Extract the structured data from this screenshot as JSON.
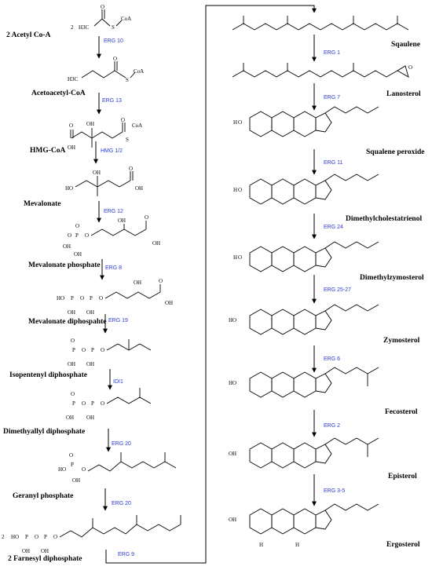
{
  "left_column": [
    {
      "compound": "2 Acetyl Co-A",
      "enzyme": "ERG 10"
    },
    {
      "compound": "Acetoacetyl-CoA",
      "enzyme": "ERG 13"
    },
    {
      "compound": "HMG-CoA",
      "enzyme": "HMG 1/2"
    },
    {
      "compound": "Mevalonate",
      "enzyme": "ERG 12"
    },
    {
      "compound": "Mevalonate phosphate",
      "enzyme": "ERG 8"
    },
    {
      "compound": "Mevalonate diphospahte",
      "enzyme": "ERG 19"
    },
    {
      "compound": "Isopentenyl diphosphate",
      "enzyme": "IDI1"
    },
    {
      "compound": "Dimethyallyl diphosphate",
      "enzyme": "ERG 20"
    },
    {
      "compound": "Geranyl phosphate",
      "enzyme": "ERG 20"
    },
    {
      "compound": "2 Farnesyl diphosphate",
      "enzyme": ""
    }
  ],
  "connector_enzyme": "ERG 9",
  "right_column": [
    {
      "compound": "Sqaulene",
      "enzyme": "ERG 1"
    },
    {
      "compound": "Lanosterol",
      "enzyme": "ERG 7"
    },
    {
      "compound": "Squalene peroxide",
      "enzyme": "ERG 11"
    },
    {
      "compound": "Dimethylcholestatrienol",
      "enzyme": "ERG 24"
    },
    {
      "compound": "Dimethylzymosterol",
      "enzyme": "ERG 25-27"
    },
    {
      "compound": "Zymosterol",
      "enzyme": "ERG 6"
    },
    {
      "compound": "Fecosterol",
      "enzyme": "ERG 2"
    },
    {
      "compound": "Episterol",
      "enzyme": "ERG 3-5"
    },
    {
      "compound": "Ergosterol",
      "enzyme": ""
    }
  ],
  "atoms": {
    "coa": "CoA",
    "s": "S",
    "o": "O",
    "oh": "OH",
    "ho": "HO",
    "h3c": "H3C",
    "p": "P",
    "h": "H",
    "two": "2"
  }
}
